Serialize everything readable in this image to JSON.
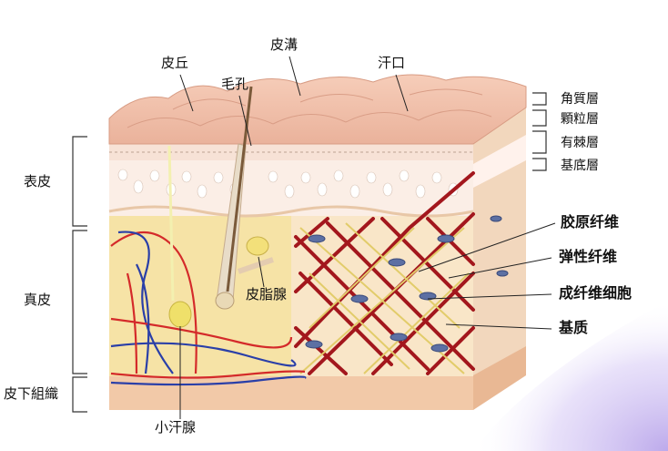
{
  "labels": {
    "top": {
      "hifu_kyu": "皮丘",
      "hifu_ko": "皮溝",
      "moko": "毛孔",
      "kanko": "汗口"
    },
    "layers": {
      "kakushitsu": "角質層",
      "karyu": "顆粒層",
      "yukyoku": "有棘層",
      "kitei": "基底層"
    },
    "left": {
      "hyohi": "表皮",
      "shinpi": "真皮",
      "hika": "皮下組織"
    },
    "fibers": {
      "collagen": "胶原纤维",
      "elastic": "弹性纤维",
      "fibroblast": "成纤维细胞",
      "matrix": "基质"
    },
    "gland_sebaceous": "皮脂腺",
    "gland_sweat": "小汗腺"
  },
  "colors": {
    "skin_surface": "#f2c2ad",
    "granular": "#f7e3d8",
    "dermis_left": "#f6e4a8",
    "dermis_right": "#f8e7c4",
    "collagen": "#a3171d",
    "elastic": "#e6cf62",
    "fibroblast": "#5a6d9e",
    "artery": "#d42a2a",
    "vein": "#2a3fa8",
    "subcutis": "#f0c7a6"
  }
}
